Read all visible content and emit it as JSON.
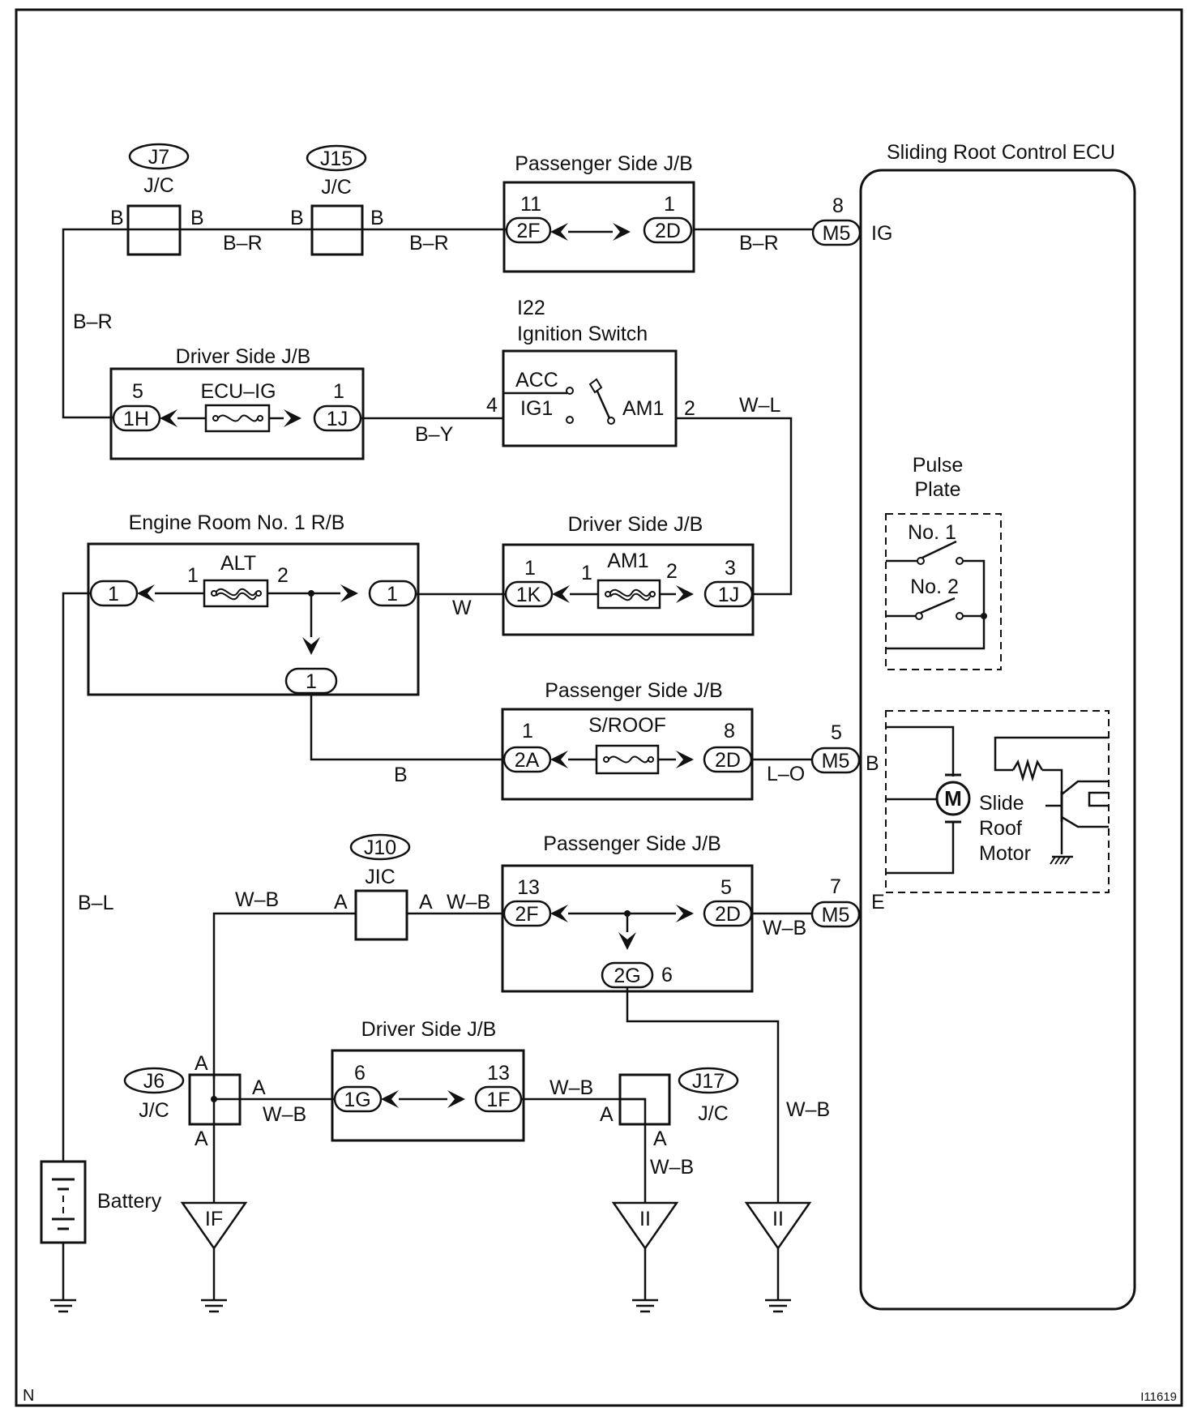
{
  "junctions": {
    "j7": {
      "tag": "J7",
      "type": "J/C"
    },
    "j15": {
      "tag": "J15",
      "type": "J/C"
    },
    "j10": {
      "tag": "J10",
      "type": "JIC"
    },
    "j6": {
      "tag": "J6",
      "type": "J/C"
    },
    "j17": {
      "tag": "J17",
      "type": "J/C"
    }
  },
  "blocks": {
    "pass_jb_1": {
      "title": "Passenger Side J/B",
      "pin_l": "11",
      "conn_l": "2F",
      "pin_r": "1",
      "conn_r": "2D"
    },
    "driver_jb_1": {
      "title": "Driver Side J/B",
      "pin_l": "5",
      "conn_l": "1H",
      "fuse": "ECU–IG",
      "pin_r": "1",
      "conn_r": "1J"
    },
    "ignition": {
      "id": "I22",
      "title": "Ignition Switch",
      "acc": "ACC",
      "ig1": "IG1",
      "am1": "AM1",
      "pin_l": "4",
      "pin_r": "2"
    },
    "engine_rb": {
      "title": "Engine Room No. 1 R/B",
      "conn_l": "1",
      "fuse": "ALT",
      "fpin_l": "1",
      "fpin_r": "2",
      "conn_r": "1",
      "conn_b": "1"
    },
    "driver_jb_2": {
      "title": "Driver Side J/B",
      "pin_l": "1",
      "conn_l": "1K",
      "fuse": "AM1",
      "fpin_l": "1",
      "fpin_r": "2",
      "pin_r": "3",
      "conn_r": "1J"
    },
    "pass_jb_2": {
      "title": "Passenger Side J/B",
      "pin_l": "1",
      "conn_l": "2A",
      "fuse": "S/ROOF",
      "pin_r": "8",
      "conn_r": "2D"
    },
    "pass_jb_3": {
      "title": "Passenger Side J/B",
      "pin_l": "13",
      "conn_l": "2F",
      "pin_r": "5",
      "conn_r": "2D",
      "conn_b": "2G",
      "pin_b": "6"
    },
    "driver_jb_3": {
      "title": "Driver Side J/B",
      "pin_l": "6",
      "conn_l": "1G",
      "pin_r": "13",
      "conn_r": "1F"
    }
  },
  "ecu": {
    "title": "Sliding Root Control ECU",
    "m5_ig_pin": "8",
    "m5_ig": "M5",
    "term_ig": "IG",
    "m5_b_pin": "5",
    "m5_b": "M5",
    "term_b": "B",
    "m5_e_pin": "7",
    "m5_e": "M5",
    "term_e": "E",
    "pulse_title_1": "Pulse",
    "pulse_title_2": "Plate",
    "no1": "No. 1",
    "no2": "No. 2",
    "motor_symbol": "M",
    "motor_1": "Slide",
    "motor_2": "Roof",
    "motor_3": "Motor"
  },
  "wires": {
    "b1": "B",
    "b2": "B",
    "b3": "B",
    "b4": "B",
    "br1": "B–R",
    "br2": "B–R",
    "br3": "B–R",
    "br_left": "B–R",
    "by": "B–Y",
    "wl": "W–L",
    "w": "W",
    "b_sroof": "B",
    "lo": "L–O",
    "bl": "B–L",
    "wb1": "W–B",
    "a1": "A",
    "a2": "A",
    "wb2": "W–B",
    "wb3": "W–B",
    "a_j6_top": "A",
    "a_j6_right": "A",
    "a_j6_bottom": "A",
    "wb4": "W–B",
    "wb5": "W–B",
    "a_j17_left": "A",
    "a_j17_bottom": "A",
    "wb6": "W–B",
    "wb7": "W–B"
  },
  "grounds": {
    "g1": "IF",
    "g2": "II",
    "g3": "II"
  },
  "battery": "Battery",
  "corner_left": "N",
  "corner_right": "I11619"
}
